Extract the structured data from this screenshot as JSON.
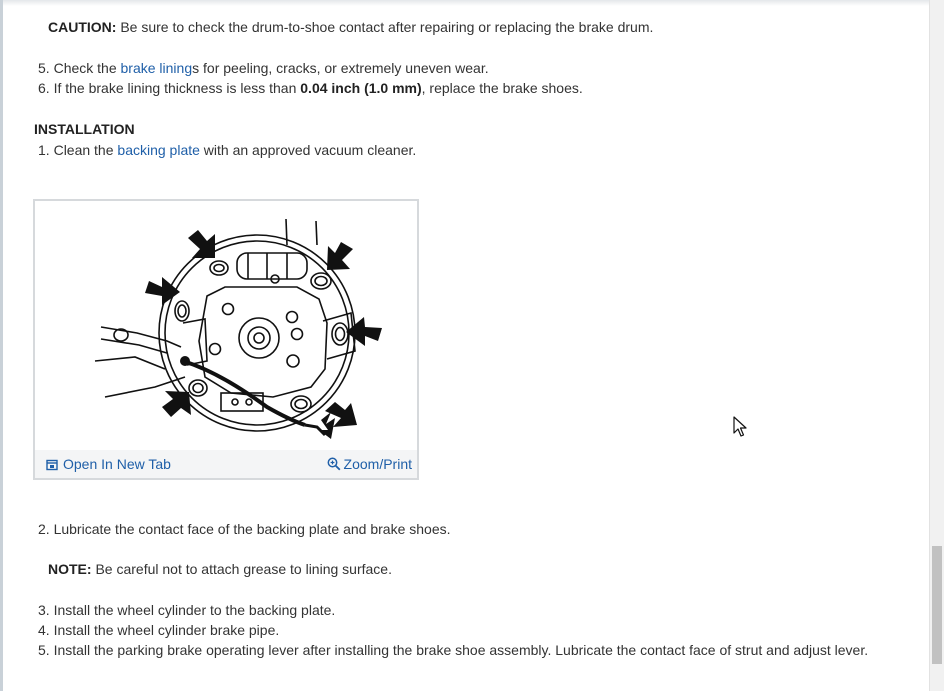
{
  "caution": {
    "label": "CAUTION:",
    "text": " Be sure to check the drum-to-shoe contact after repairing or replacing the brake drum."
  },
  "inspection_steps": [
    {
      "number": "5.",
      "before": " Check the ",
      "link": "brake lining",
      "after": "s for peeling, cracks, or extremely uneven wear."
    },
    {
      "number": "6.",
      "before": " If the brake lining thickness is less than ",
      "bold": "0.04 inch (1.0 mm)",
      "after": ", replace the brake shoes."
    }
  ],
  "installation": {
    "heading": "INSTALLATION",
    "step1": {
      "number": "1.",
      "before": " Clean the ",
      "link": "backing plate",
      "after": " with an approved vacuum cleaner."
    },
    "figure": {
      "open_label": "Open In New Tab",
      "zoom_label": "Zoom/Print",
      "icons": [
        "open-in-new-tab-icon",
        "zoom-magnifier-icon"
      ]
    },
    "step2": {
      "number": "2.",
      "text": " Lubricate the contact face of the backing plate and brake shoes."
    },
    "note": {
      "label": "NOTE:",
      "text": " Be careful not to attach grease to lining surface."
    },
    "steps_more": [
      {
        "number": "3.",
        "text": " Install the wheel cylinder to the backing plate."
      },
      {
        "number": "4.",
        "text": " Install the wheel cylinder brake pipe."
      },
      {
        "number": "5.",
        "text": " Install the parking brake operating lever after installing the brake shoe assembly. Lubricate the contact face of strut and adjust lever."
      }
    ]
  },
  "colors": {
    "link": "#1f5fa8",
    "text": "#333333",
    "figure_border": "#d6d9dc",
    "figure_footer": "#f4f5f6"
  }
}
